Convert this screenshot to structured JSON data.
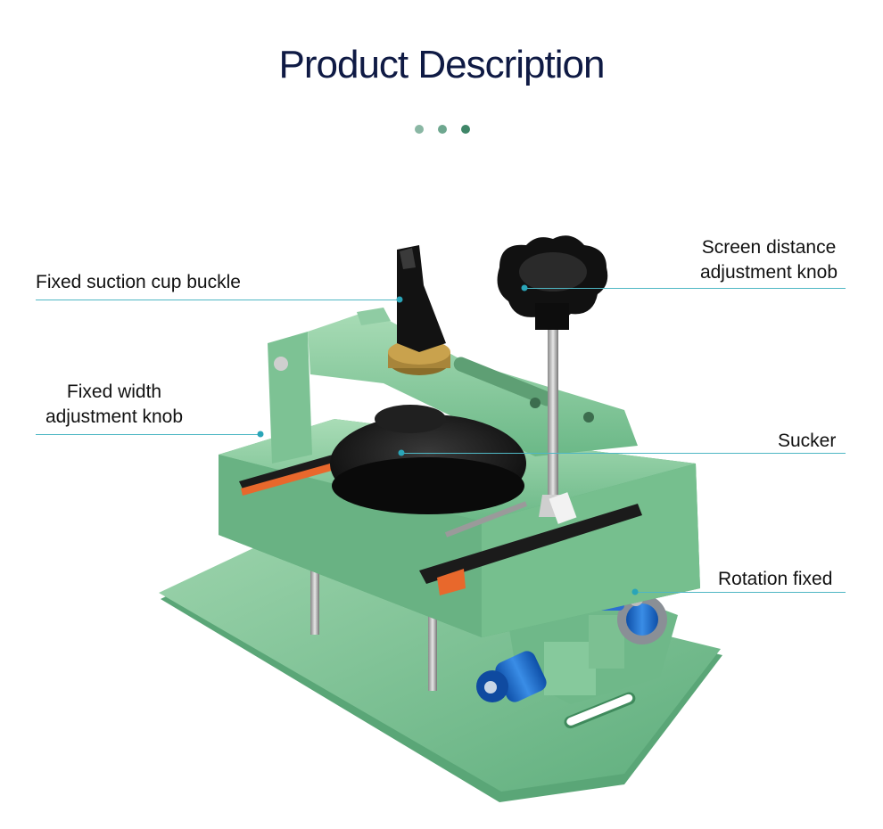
{
  "title": "Product Description",
  "dot_colors": [
    "#8ab7a4",
    "#6ea78f",
    "#3f8668"
  ],
  "accent_line_color": "#4fb7c4",
  "product_color": "#7ec394",
  "callouts": {
    "suction_cup_buckle": "Fixed suction cup buckle",
    "width_knob": "Fixed width\nadjustment knob",
    "screen_distance_knob": "Screen distance\nadjustment knob",
    "sucker": "Sucker",
    "rotation_fixed": "Rotation fixed"
  }
}
